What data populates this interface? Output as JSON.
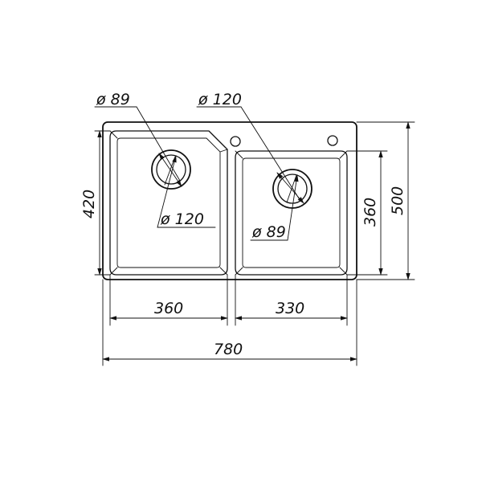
{
  "drawing": {
    "left_bowl": {
      "drain_outer_diameter": "ø 89",
      "drain_inner_diameter": "ø 120",
      "depth_dimension": "420",
      "width_dimension": "360"
    },
    "right_bowl": {
      "drain_outer_diameter": "ø 120",
      "drain_inner_diameter": "ø 89",
      "depth_dimension": "360",
      "width_dimension": "330"
    },
    "overall": {
      "width_dimension": "780",
      "depth_dimension": "500"
    }
  }
}
